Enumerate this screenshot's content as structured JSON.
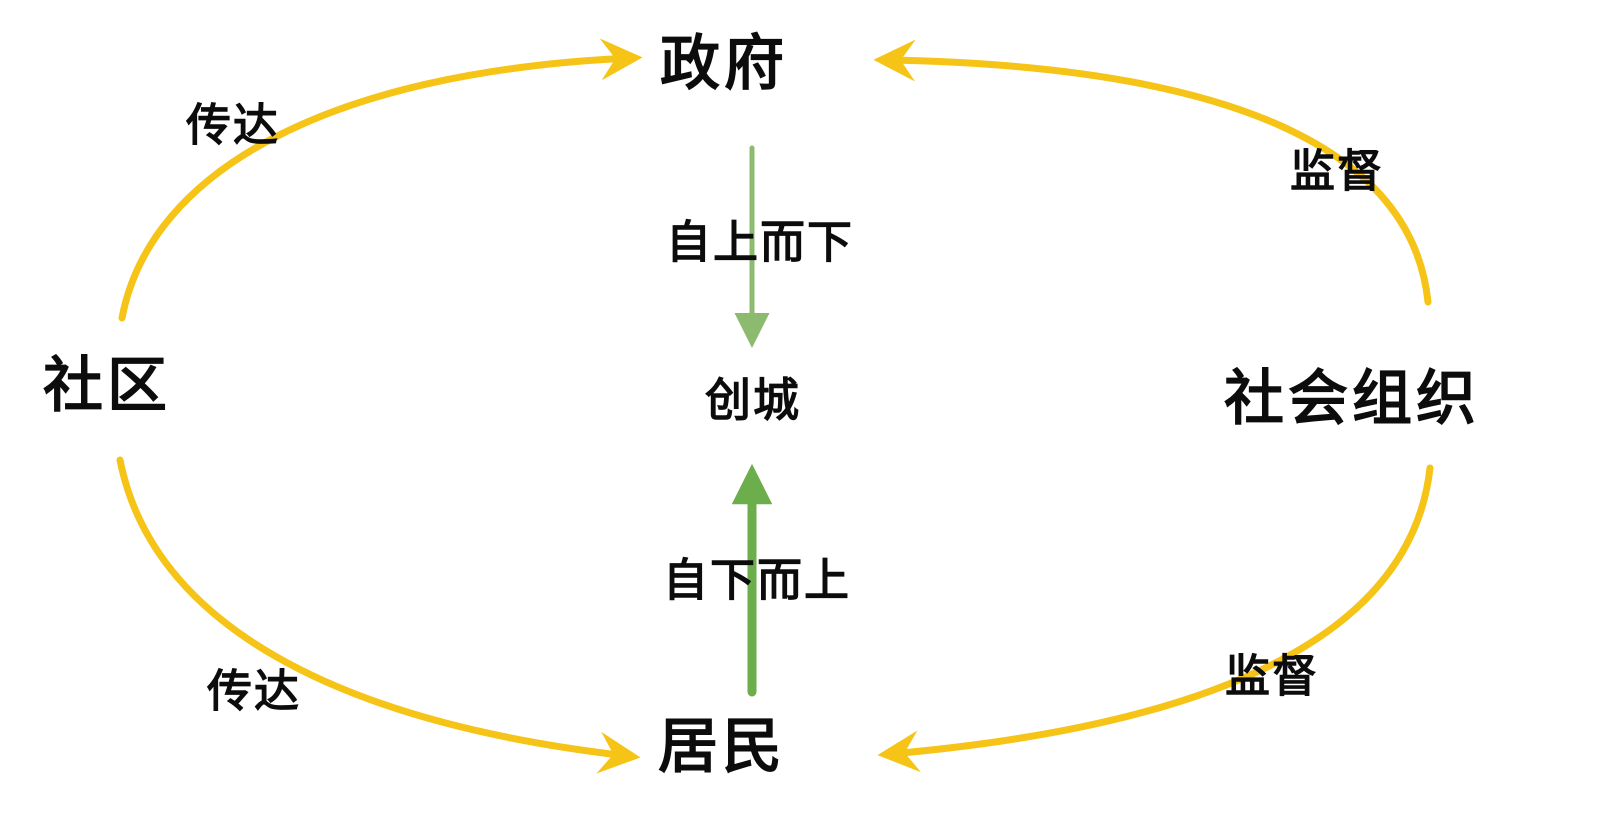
{
  "diagram": {
    "nodes": {
      "government": {
        "label": "政府"
      },
      "community": {
        "label": "社区"
      },
      "social_organization": {
        "label": "社会组织"
      },
      "residents": {
        "label": "居民"
      },
      "center_goal": {
        "label": "创城"
      }
    },
    "edge_labels": {
      "convey_top": "传达",
      "convey_bottom": "传达",
      "supervise_top": "监督",
      "supervise_bottom": "监督",
      "top_down": "自上而下",
      "bottom_up": "自下而上"
    },
    "colors": {
      "arc_yellow": "#F5C417",
      "arrow_green_light": "#8CBB70",
      "arrow_green_dark": "#6CAE4C"
    }
  }
}
